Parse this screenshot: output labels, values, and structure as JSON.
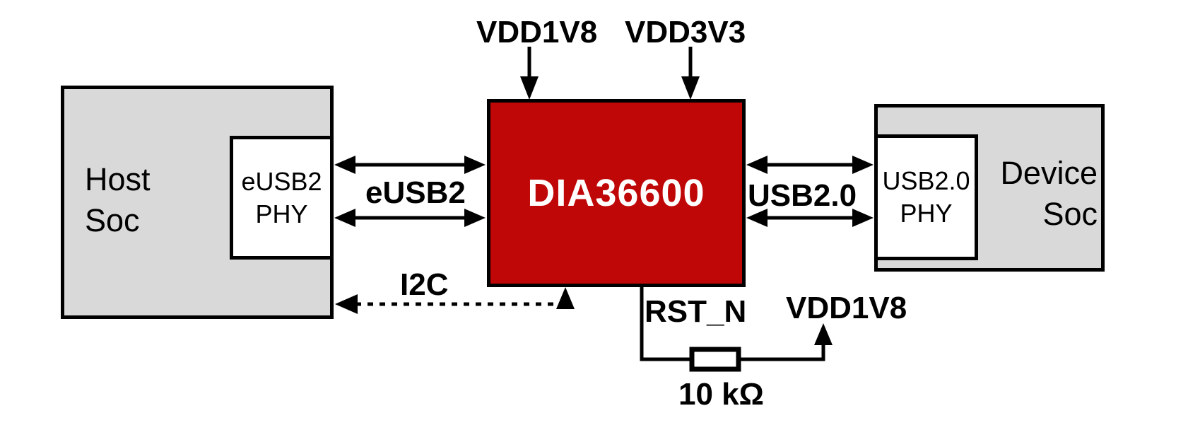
{
  "diagram": {
    "blocks": {
      "host_soc": {
        "line1": "Host",
        "line2": "Soc"
      },
      "eusb2_phy": {
        "line1": "eUSB2",
        "line2": "PHY"
      },
      "chip": {
        "label": "DIA36600"
      },
      "usb20_phy": {
        "line1": "USB2.0",
        "line2": "PHY"
      },
      "device_soc": {
        "line1": "Device",
        "line2": "Soc"
      }
    },
    "labels": {
      "vdd1v8_top": "VDD1V8",
      "vdd3v3_top": "VDD3V3",
      "eusb2_bus": "eUSB2",
      "usb20_bus": "USB2.0",
      "i2c_bus": "I2C",
      "rst_n": "RST_N",
      "vdd1v8_pullup": "VDD1V8",
      "resistor_value": "10 kΩ"
    },
    "colors": {
      "chip_fill": "#c00707",
      "chip_text": "#ffffff",
      "soc_fill": "#d9d9d9",
      "phy_fill": "#ffffff",
      "line": "#000000"
    }
  }
}
